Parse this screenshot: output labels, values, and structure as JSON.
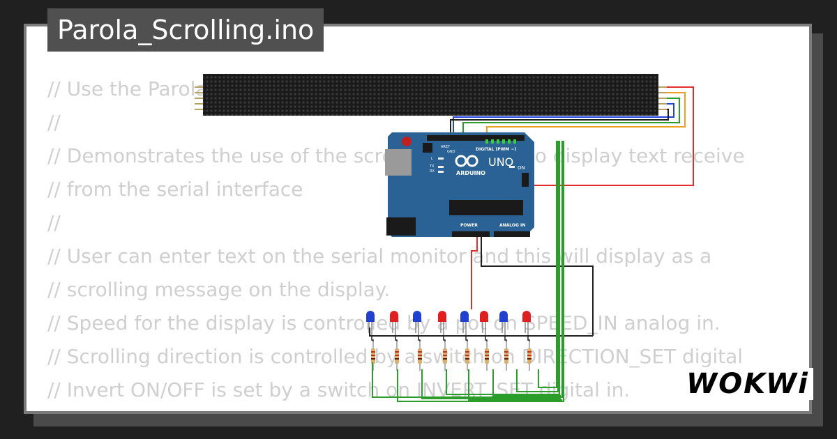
{
  "title": "Parola_Scrolling.ino",
  "code_lines": [
    "// Use the Parola library to scroll text on the display",
    "//",
    "// Demonstrates the use of the scrolling function to display text receive",
    "// from the serial interface",
    "//",
    "// User can enter text on the serial monitor and this will display as a",
    "// scrolling message on the display.",
    "// Speed for the display is controlled by a pot on SPEED_IN analog in.",
    "// Scrolling direction is controlled by a switch on DIRECTION_SET digital",
    "// Invert ON/OFF is set by a switch on INVERT_SET digital in.",
    "//"
  ],
  "board": {
    "name": "UNO",
    "brand": "ARDUINO",
    "on_label": "ON",
    "digital_label": "DIGITAL (PWM ~)",
    "analog_label": "ANALOG IN",
    "power_label": "POWER",
    "aref": "AREF",
    "gnd": "GND",
    "tx": "TX",
    "rx": "RX",
    "l": "L"
  },
  "leds": [
    "blue",
    "red",
    "blue",
    "red",
    "blue",
    "red",
    "blue",
    "red"
  ],
  "colors": {
    "background": "#202020",
    "card": "#ffffff",
    "card_border": "#7b7b7b",
    "badge": "#505050",
    "board": "#2a6296",
    "matrix": "#1a1a1a",
    "wire_red": "#e52b2b",
    "wire_orange": "#f0a020",
    "wire_green": "#2a9d2a",
    "wire_blue": "#2040e0",
    "wire_black": "#202020"
  },
  "brand_logo": "WOKWi"
}
